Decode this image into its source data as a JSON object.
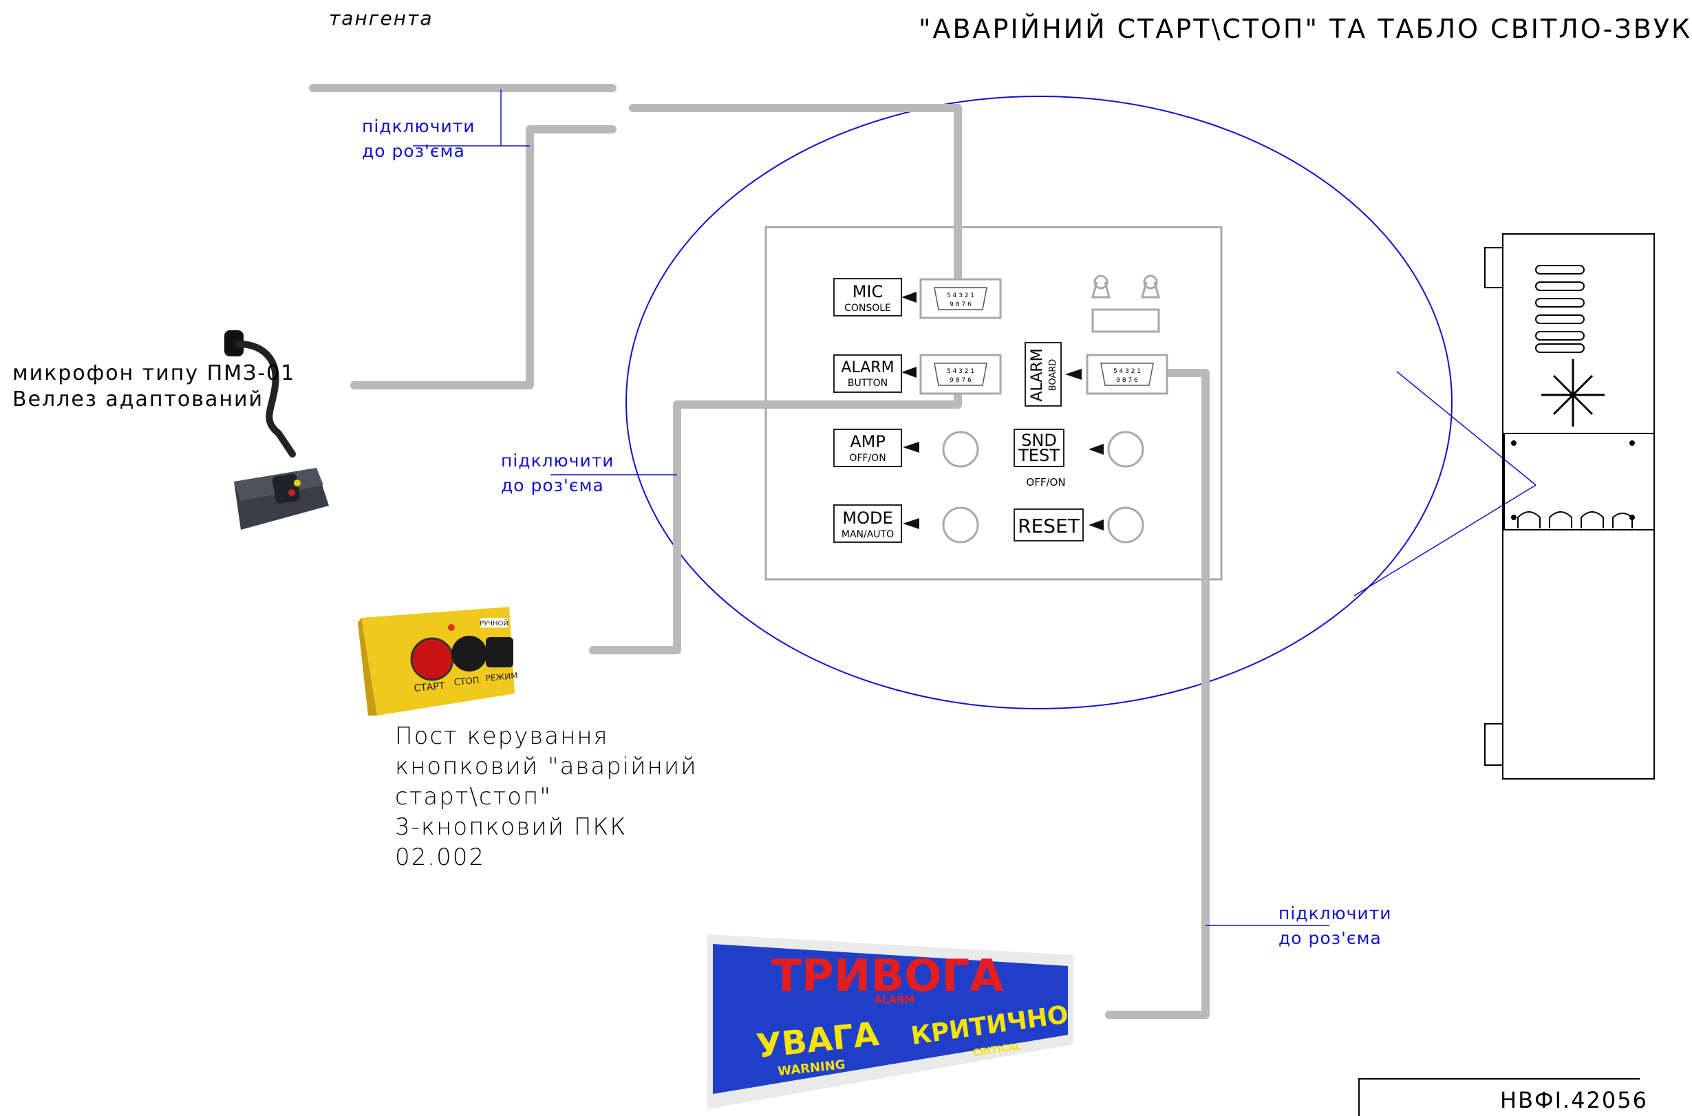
{
  "header": {
    "tangenta_label": "тангента",
    "title": "\"АВАРІЙНИЙ СТАРТ\\СТОП\"  ТА ТАБЛО СВІТЛО-ЗВУК"
  },
  "notes": {
    "connect_line1": "підключити",
    "connect_line2": "до роз'єма"
  },
  "microphone": {
    "line1": "микрофон типу ПМЗ-01",
    "line2": "Веллез адаптований"
  },
  "control_post": {
    "lines": [
      "Пост керування",
      "кнопковий \"аварійний",
      "старт\\стоп\"",
      "3-кнопковий  ПКК",
      "02.002"
    ],
    "button_start": "СТАРТ",
    "button_stop": "СТОП",
    "button_mode": "РЕЖИМ",
    "tag_manual": "РУЧНОЙ"
  },
  "panel": {
    "mic_label": "MIC",
    "mic_sub": "CONSOLE",
    "alarm_button_label": "ALARM",
    "alarm_button_sub": "BUTTON",
    "alarm_board_label": "ALARM",
    "alarm_board_sub": "BOARD",
    "amp_label": "AMP",
    "amp_sub": "OFF/ON",
    "snd_label1": "SND",
    "snd_label2": "TEST",
    "snd_sub": "OFF/ON",
    "mode_label": "MODE",
    "mode_sub": "MAN/AUTO",
    "reset_label": "RESET",
    "pin_row_top": "5 4 3 2 1",
    "pin_row_bottom": "9 8 7 6"
  },
  "alarm_board": {
    "line1": "ТРИВОГА",
    "line1_en": "ALARM",
    "left": "УВАГА",
    "left_en": "WARNING",
    "right": "КРИТИЧНО",
    "right_en": "CRITICAL"
  },
  "stamp": {
    "code": "НВФІ.42056"
  },
  "colors": {
    "cable": "#b9b9b9",
    "callout": "#1010d0",
    "board_blue": "#1f3fc8",
    "board_red": "#e41e1e",
    "board_yellow": "#f5e400",
    "post_yellow": "#f0c81e"
  }
}
